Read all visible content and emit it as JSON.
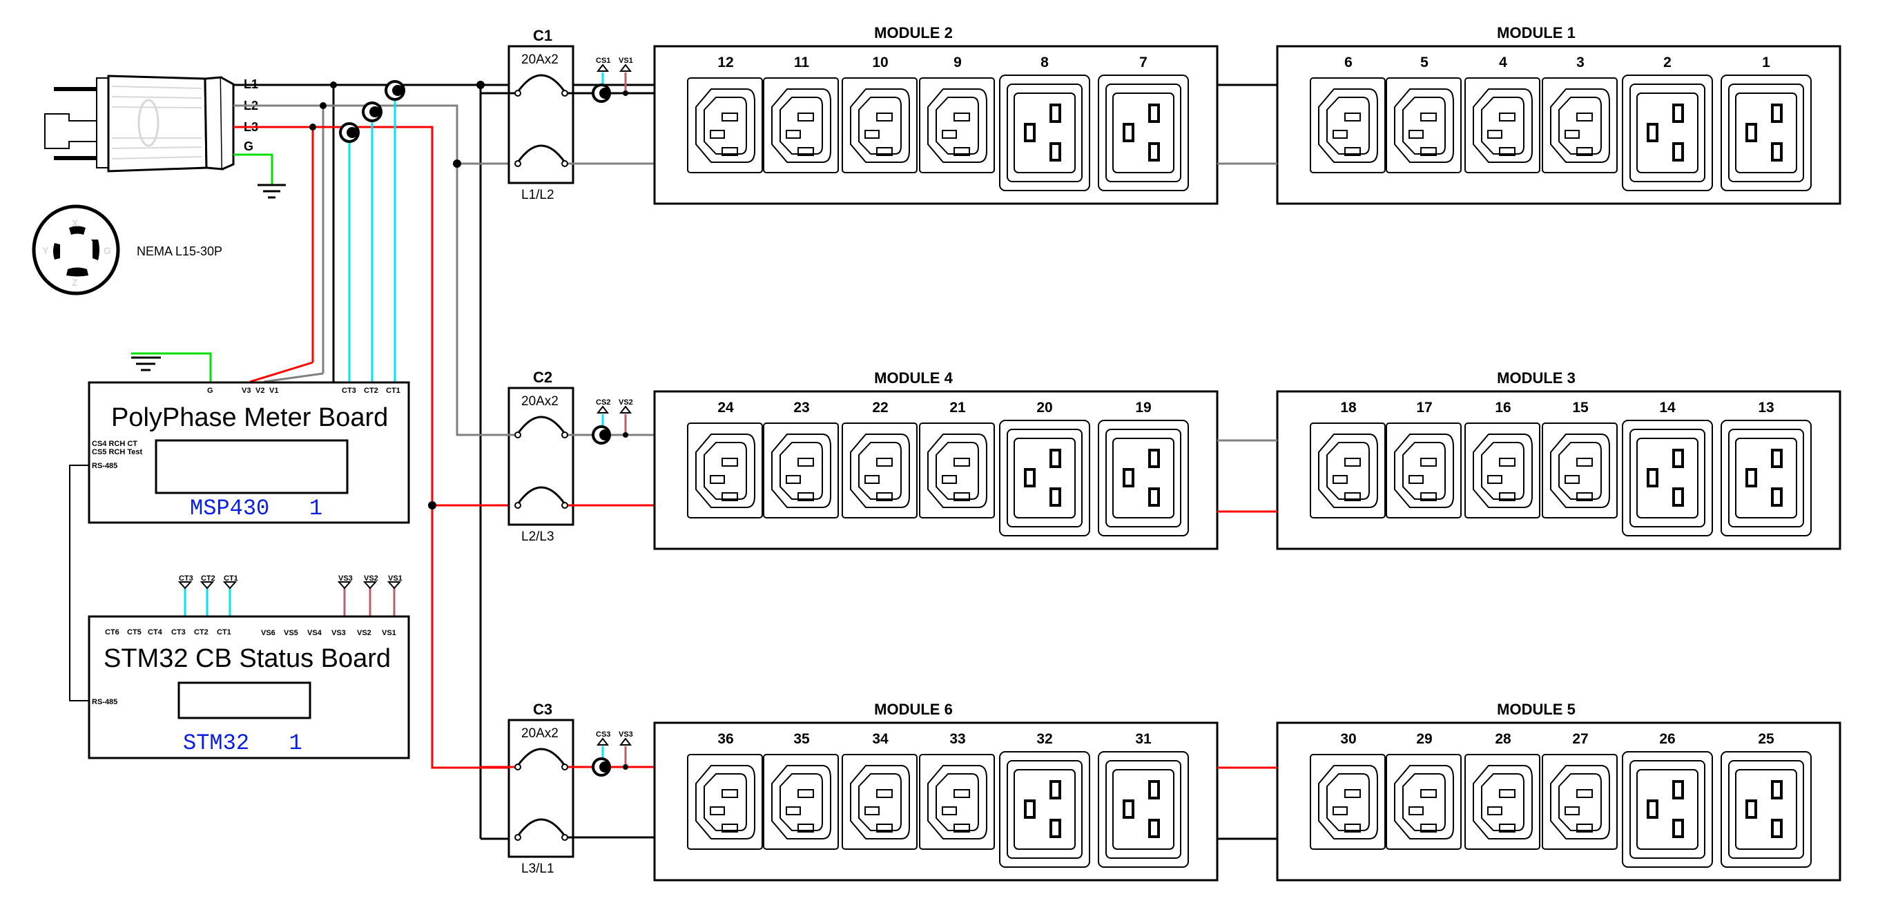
{
  "plug": {
    "lines": [
      "L1",
      "L2",
      "L3",
      "G"
    ],
    "face_pins": [
      "X",
      "Y",
      "G",
      "Z"
    ],
    "type_label": "NEMA L15-30P"
  },
  "wire_colors": {
    "L1": "#000000",
    "L2": "#808080",
    "L3": "#ff0000",
    "ground": "#00e000",
    "current_sense": "#00e5ee",
    "voltage_sense": "#b8606e",
    "label_blue": "#1428e6"
  },
  "meter_board": {
    "title": "PolyPhase Meter Board",
    "chip": "MSP430   1",
    "pins_top": [
      "G",
      "V3",
      "V2",
      "V1",
      "CT3",
      "CT2",
      "CT1"
    ],
    "side_labels": [
      "CS4  RCH  CT",
      "CS5  RCH  Test",
      "RS-485"
    ]
  },
  "status_board": {
    "title": "STM32 CB Status Board",
    "chip": "STM32   1",
    "ct_pins": [
      "CT6",
      "CT5",
      "CT4",
      "CT3",
      "CT2",
      "CT1"
    ],
    "vs_pins": [
      "VS6",
      "VS5",
      "VS4",
      "VS3",
      "VS2",
      "VS1"
    ],
    "ct_connectors": [
      "CT3",
      "CT2",
      "CT1"
    ],
    "vs_connectors": [
      "VS3",
      "VS2",
      "VS1"
    ],
    "side_label": "RS-485"
  },
  "breakers": [
    {
      "name": "C1",
      "rating": "20Ax2",
      "phases": "L1/L2",
      "cs": "CS1",
      "vs": "VS1"
    },
    {
      "name": "C2",
      "rating": "20Ax2",
      "phases": "L2/L3",
      "cs": "CS2",
      "vs": "VS2"
    },
    {
      "name": "C3",
      "rating": "20Ax2",
      "phases": "L3/L1",
      "cs": "CS3",
      "vs": "VS3"
    }
  ],
  "modules": [
    {
      "name": "MODULE 2",
      "outlets": [
        "12",
        "11",
        "10",
        "9",
        "8",
        "7"
      ]
    },
    {
      "name": "MODULE 1",
      "outlets": [
        "6",
        "5",
        "4",
        "3",
        "2",
        "1"
      ]
    },
    {
      "name": "MODULE 4",
      "outlets": [
        "24",
        "23",
        "22",
        "21",
        "20",
        "19"
      ]
    },
    {
      "name": "MODULE 3",
      "outlets": [
        "18",
        "17",
        "16",
        "15",
        "14",
        "13"
      ]
    },
    {
      "name": "MODULE 6",
      "outlets": [
        "36",
        "35",
        "34",
        "33",
        "32",
        "31"
      ]
    },
    {
      "name": "MODULE 5",
      "outlets": [
        "30",
        "29",
        "28",
        "27",
        "26",
        "25"
      ]
    }
  ],
  "outlet_types": [
    "C13",
    "C13",
    "C13",
    "C13",
    "C19",
    "C19"
  ]
}
